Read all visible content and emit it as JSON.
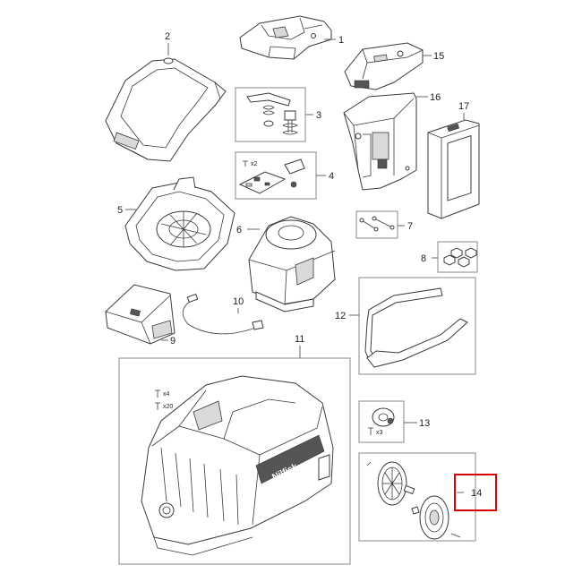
{
  "parts": [
    {
      "id": "1",
      "label": "1"
    },
    {
      "id": "2",
      "label": "2"
    },
    {
      "id": "3",
      "label": "3"
    },
    {
      "id": "4",
      "label": "4"
    },
    {
      "id": "5",
      "label": "5"
    },
    {
      "id": "6",
      "label": "6"
    },
    {
      "id": "7",
      "label": "7"
    },
    {
      "id": "8",
      "label": "8"
    },
    {
      "id": "9",
      "label": "9"
    },
    {
      "id": "10",
      "label": "10"
    },
    {
      "id": "11",
      "label": "11"
    },
    {
      "id": "12",
      "label": "12"
    },
    {
      "id": "13",
      "label": "13"
    },
    {
      "id": "14",
      "label": "14"
    },
    {
      "id": "15",
      "label": "15"
    },
    {
      "id": "16",
      "label": "16"
    },
    {
      "id": "17",
      "label": "17"
    }
  ],
  "quantities": {
    "part4_screws": "x2",
    "part11_screws_a": "x4",
    "part11_screws_b": "x20",
    "part13_screws": "x3"
  },
  "brand_text": "Nilfisk",
  "highlighted_part": "14",
  "colors": {
    "highlight": "#e00000",
    "line": "#3a3a3a"
  }
}
